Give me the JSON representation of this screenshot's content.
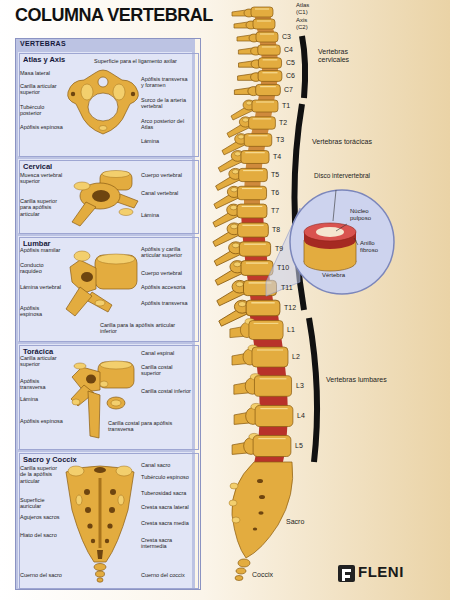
{
  "diagram": {
    "title": "COLUMNA VERTEBRAL",
    "nodes": [
      {
        "text": [
          "VERTEBRAS"
        ]
      },
      {
        "text": [
          "Atlas y Axis"
        ],
        "in": 0
      },
      {
        "text": [
          "Cervical"
        ],
        "in": 0
      },
      {
        "text": [
          "Lumbar"
        ],
        "in": 0
      },
      {
        "text": [
          "Torácica"
        ],
        "in": 0
      },
      {
        "text": [
          "Sacro y Coccix"
        ],
        "in": 0
      }
    ],
    "labels": [
      "Masa lateral",
      "Superficie para el ligamento axilar",
      "Carilla articular superior",
      "Apófisis transversa y foramen",
      "Surco de la arteria vertebral",
      "Tubérculo posterior",
      "Arco posterior del Atlas",
      "Apófisis espinosa",
      "Lámina",
      "Muesca vertebral superior",
      "Cuerpo vertebral",
      "Canal vertebral",
      "Carilla superior para apófisis articular",
      "Lámina",
      "Apófisis mamilar",
      "Conducto raquídeo",
      "Apófisis y carilla articular superior",
      "Cuerpo vertebral",
      "Apófisis accesoria",
      "Lámina vertebral",
      "Apófisis transversa",
      "Apófisis espinosa",
      "Carilla para la apófisis articular inferior",
      "Carilla articular superior",
      "Canal espinal",
      "Apófisis transversa",
      "Carilla costal superior",
      "Lámina",
      "Carilla costal inferior",
      "Apófisis espinosa",
      "Carilla costal para apófisis transversa",
      "Carilla superior de la apófisis articular",
      "Canal sacro",
      "Tubérculo espinoso",
      "Superficie auricular",
      "Tuberosidad sacra",
      "Cresta sacra lateral",
      "Agujeros sacros",
      "Cresta sacra media",
      "Hiato del sacro",
      "Cresta sacra intermedia",
      "Cuerno del sacro",
      "Cuerno del coccix",
      "Atlas (C1)",
      "Axis (C2)",
      "C3",
      "C4",
      "C5",
      "C6",
      "C7",
      "T1",
      "T2",
      "T3",
      "T4",
      "T5",
      "T6",
      "T7",
      "T8",
      "T9",
      "T10",
      "T11",
      "T12",
      "L1",
      "L2",
      "L3",
      "L4",
      "L5",
      "Vertebras cervicales",
      "Vertebras torácicas",
      "Vertebras lumbares",
      "Disco intervertebral",
      "Núcleo pulposo",
      "Anillo fibroso",
      "Vértebra",
      "Sacro",
      "Coccix",
      "FLENI"
    ]
  }
}
